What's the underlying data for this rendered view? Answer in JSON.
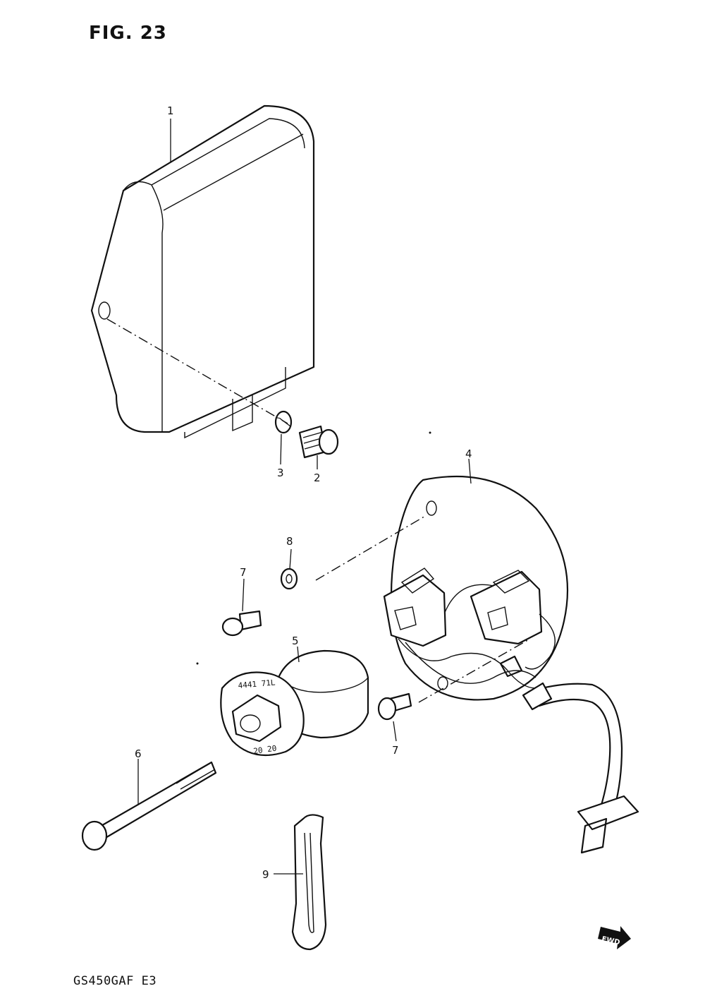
{
  "figure": {
    "title": "FIG. 23",
    "model_code": "GS450GAF E3",
    "fwd_label": "FWD"
  },
  "callouts": [
    "1",
    "2",
    "3",
    "4",
    "5",
    "6",
    "7",
    "7",
    "8",
    "9"
  ],
  "stamps": {
    "rotor_top": "4441 71L",
    "rotor_bottom": "20 20"
  }
}
